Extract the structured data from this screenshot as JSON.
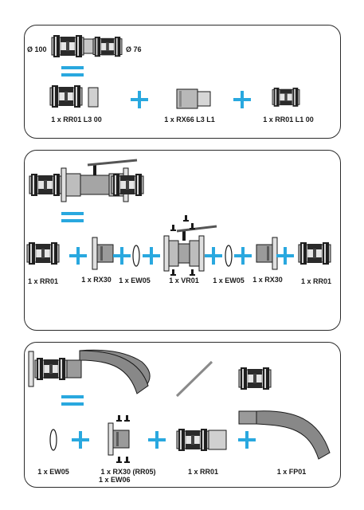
{
  "accent_color": "#29a8df",
  "panel1": {
    "top_left_label": "Ø 100",
    "top_right_label": "Ø 76",
    "parts": [
      {
        "label": "1 x RR01 L3 00",
        "icon": "coupling-icon"
      },
      {
        "label": "1 x RX66 L3 L1",
        "icon": "reducer-sleeve-icon"
      },
      {
        "label": "1 x RR01 L1 00",
        "icon": "coupling-icon"
      }
    ]
  },
  "panel2": {
    "parts": [
      {
        "label": "1 x RR01",
        "icon": "coupling-icon"
      },
      {
        "label": "1 x RX30",
        "icon": "flange-adapter-icon"
      },
      {
        "label": "1 x EW05",
        "icon": "o-ring-icon"
      },
      {
        "label": "1 x VR01",
        "icon": "ball-valve-icon"
      },
      {
        "label": "1 x EW05",
        "icon": "o-ring-icon"
      },
      {
        "label": "1 x RX30",
        "icon": "flange-adapter-icon"
      },
      {
        "label": "1 x RR01",
        "icon": "coupling-icon"
      }
    ]
  },
  "panel3": {
    "parts": [
      {
        "label": "1 x EW05",
        "icon": "o-ring-icon"
      },
      {
        "label": "1 x RX30 (RR05)",
        "label2": "1 x EW06",
        "icon": "flange-adapter-icon"
      },
      {
        "label": "1 x RR01",
        "icon": "coupling-icon"
      },
      {
        "label": "1 x FP01",
        "icon": "flexible-hose-icon"
      }
    ]
  }
}
